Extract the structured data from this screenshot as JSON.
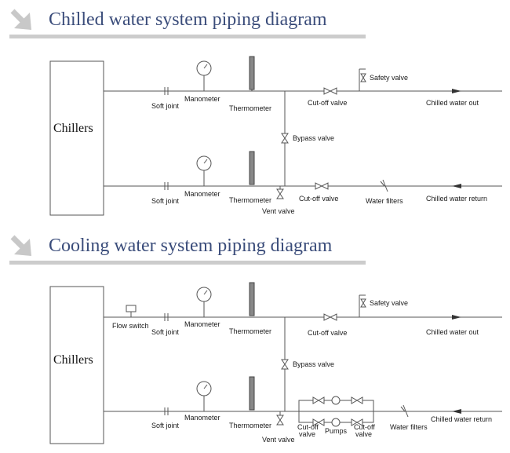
{
  "colors": {
    "title": "#3a4c7a",
    "line": "#555555",
    "rule": "#cccccc",
    "arrow": "#c8c8c8"
  },
  "icons": [
    "arrow-icon",
    "manometer-icon",
    "thermometer-icon",
    "valve-icon",
    "pump-icon",
    "flow-switch-icon",
    "safety-valve-icon",
    "water-filter-icon"
  ],
  "chilled": {
    "title": "Chilled water system piping diagram",
    "chillers": "Chillers",
    "soft_joint_top": "Soft joint",
    "manometer_top": "Manometer",
    "thermometer_top": "Thermometer",
    "cutoff_top": "Cut-off valve",
    "safety_valve": "Safety valve",
    "out": "Chilled water out",
    "bypass": "Bypass valve",
    "soft_joint_bottom": "Soft joint",
    "manometer_bottom": "Manometer",
    "thermometer_bottom": "Thermometer",
    "vent": "Vent valve",
    "cutoff_bottom": "Cut-off valve",
    "filters": "Water filters",
    "return": "Chilled water return"
  },
  "cooling": {
    "title": "Cooling water system piping diagram",
    "chillers": "Chillers",
    "flow_switch": "Flow switch",
    "soft_joint_top": "Soft joint",
    "manometer_top": "Manometer",
    "thermometer_top": "Thermometer",
    "safety_valve": "Safety valve",
    "cutoff_top": "Cut-off valve",
    "out": "Chilled water out",
    "bypass": "Bypass valve",
    "soft_joint_bottom": "Soft joint",
    "manometer_bottom": "Manometer",
    "thermometer_bottom": "Thermometer",
    "vent": "Vent valve",
    "cutoff_left_1": "Cut-off",
    "cutoff_left_2": "valve",
    "pumps": "Pumps",
    "cutoff_right_1": "Cut-off",
    "cutoff_right_2": "valve",
    "filters": "Water filters",
    "return": "Chilled water return"
  }
}
